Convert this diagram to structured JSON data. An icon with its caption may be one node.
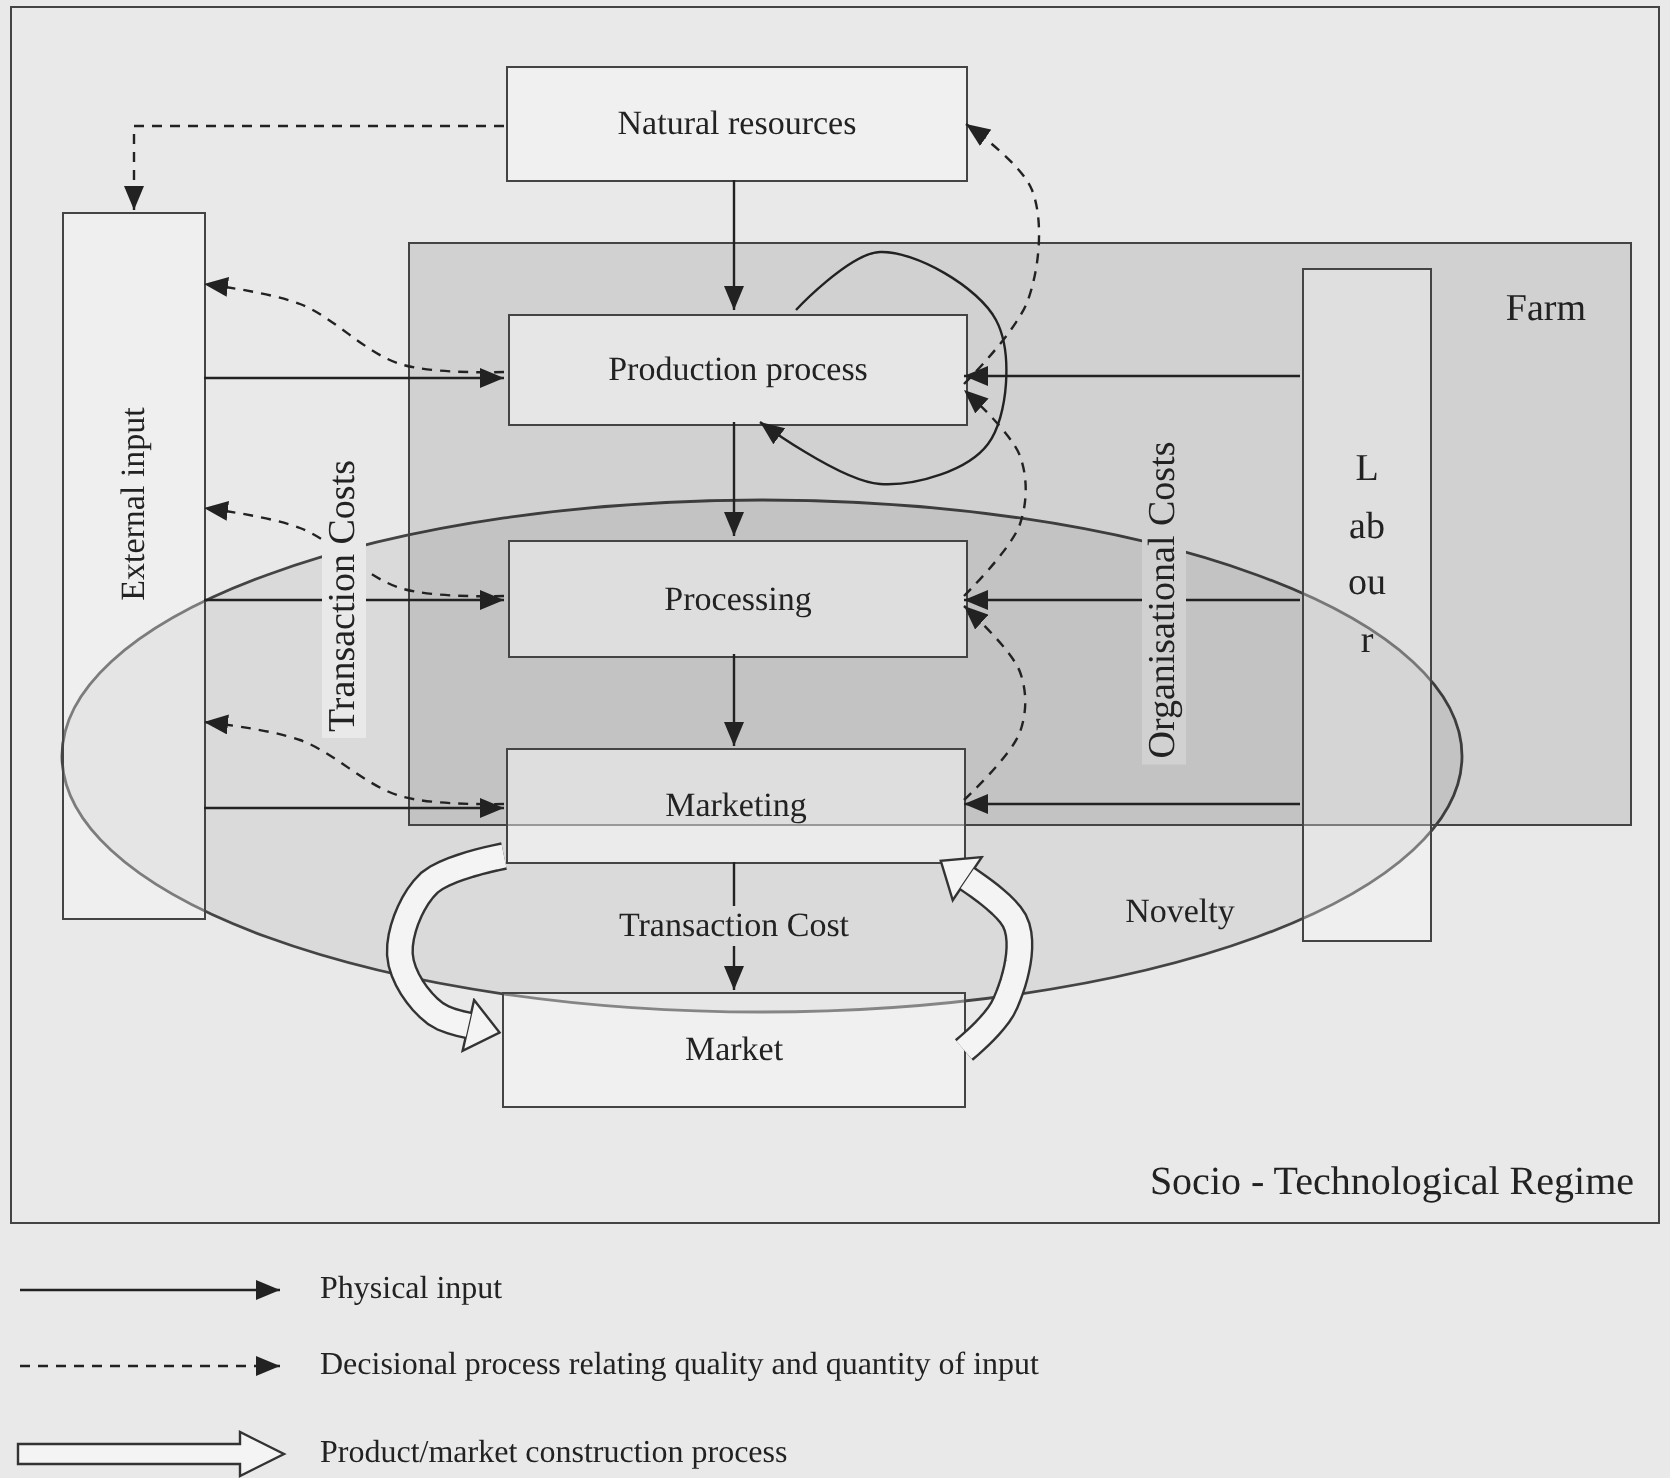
{
  "diagram": {
    "nodes": [
      {
        "text": [
          "Socio - Technological Regime"
        ]
      },
      {
        "text": [
          "Natural resources"
        ],
        "in": 0
      },
      {
        "text": [
          "External input"
        ],
        "in": 0
      },
      {
        "text": [
          "Farm"
        ],
        "in": 0
      },
      {
        "text": [
          "Production process"
        ],
        "in": 3
      },
      {
        "text": [
          "Processing"
        ],
        "in": 3
      },
      {
        "text": [
          "Marketing"
        ],
        "in": 0
      },
      {
        "text": [
          "Labour"
        ],
        "in": 0
      },
      {
        "text": [
          "Market"
        ],
        "in": 0
      }
    ],
    "edges": [
      {
        "from": 1,
        "to": 4,
        "arrow": "to"
      },
      {
        "from": 4,
        "to": 5,
        "arrow": "to"
      },
      {
        "from": 5,
        "to": 6,
        "arrow": "to"
      },
      {
        "from": 6,
        "to": 8,
        "arrow": "to",
        "label": "Transaction Cost"
      },
      {
        "from": 2,
        "to": 4,
        "arrow": "to"
      },
      {
        "from": 2,
        "to": 5,
        "arrow": "to"
      },
      {
        "from": 2,
        "to": 6,
        "arrow": "to"
      },
      {
        "from": 7,
        "to": 4,
        "arrow": "to"
      },
      {
        "from": 7,
        "to": 5,
        "arrow": "to"
      },
      {
        "from": 7,
        "to": 6,
        "arrow": "to"
      },
      {
        "from": 1,
        "to": 2,
        "arrow": "to",
        "style": "dashed"
      },
      {
        "from": 4,
        "to": 2,
        "arrow": "to",
        "style": "dashed"
      },
      {
        "from": 5,
        "to": 2,
        "arrow": "to",
        "style": "dashed"
      },
      {
        "from": 6,
        "to": 2,
        "arrow": "to",
        "style": "dashed"
      },
      {
        "from": 4,
        "to": 1,
        "arrow": "to",
        "style": "dashed"
      },
      {
        "from": 5,
        "to": 4,
        "arrow": "to",
        "style": "dashed"
      },
      {
        "from": 6,
        "to": 5,
        "arrow": "to",
        "style": "dashed"
      },
      {
        "from": 4,
        "to": 4,
        "arrow": "to"
      },
      {
        "from": 6,
        "to": 8,
        "arrow": "to",
        "style": "thick"
      },
      {
        "from": 8,
        "to": 6,
        "arrow": "to",
        "style": "thick"
      }
    ],
    "labels": [
      "Transaction Costs",
      "Organisational Costs",
      "Novelty"
    ],
    "legend": [
      {
        "text": "Physical input"
      },
      {
        "text": "Decisional process relating quality and quantity of input"
      },
      {
        "text": "Product/market construction process"
      }
    ]
  }
}
